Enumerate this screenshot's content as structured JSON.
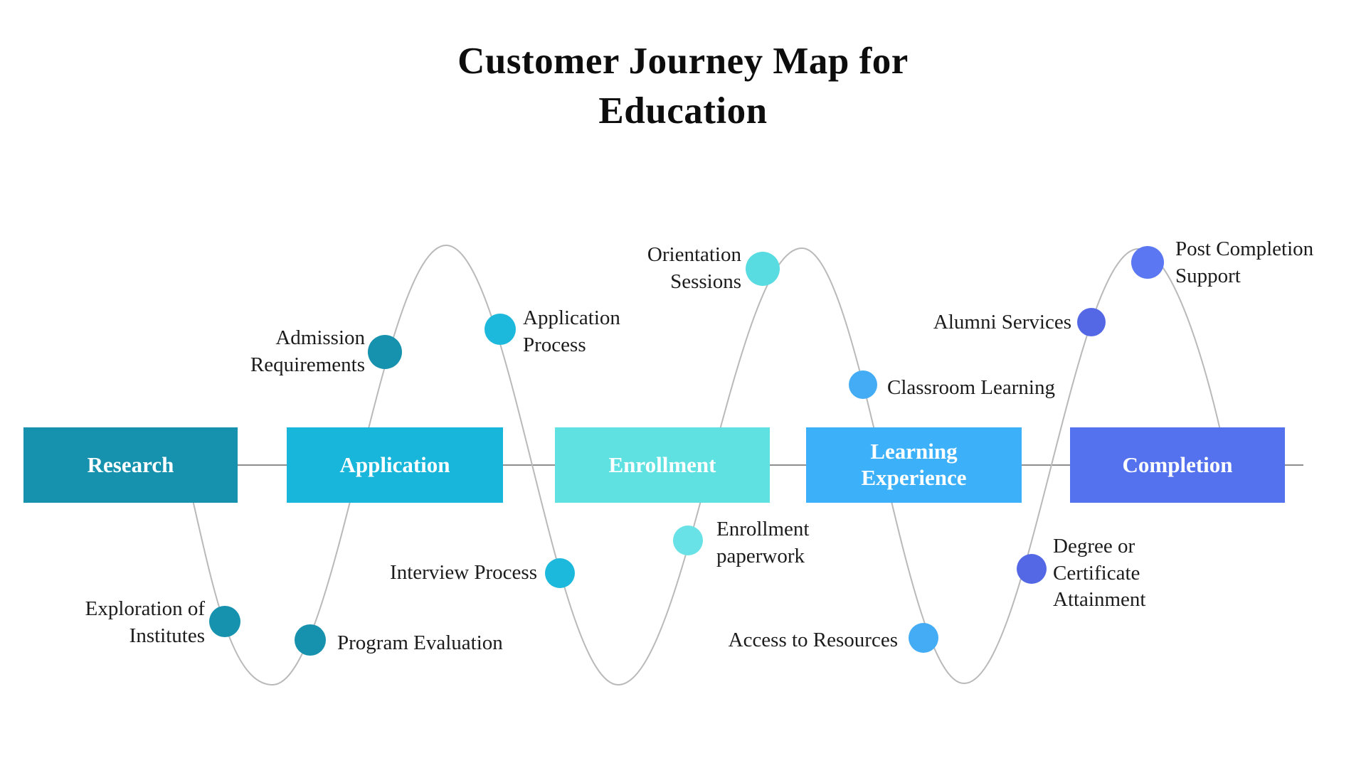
{
  "title": {
    "line1": "Customer Journey Map for",
    "line2": "Education"
  },
  "stages": [
    {
      "label": "Research",
      "color": "#1692ae"
    },
    {
      "label": "Application",
      "color": "#17b6da"
    },
    {
      "label": "Enrollment",
      "color": "#60e1e1"
    },
    {
      "label": "Learning Experience",
      "color": "#3cb1fa"
    },
    {
      "label": "Completion",
      "color": "#5572ee"
    }
  ],
  "touchpoints": [
    {
      "name": "exploration-of-institutes",
      "label": "Exploration of Institutes",
      "lines": [
        "Exploration of",
        "Institutes"
      ],
      "color": "#1692ae"
    },
    {
      "name": "program-evaluation",
      "label": "Program Evaluation",
      "lines": [
        "Program Evaluation"
      ],
      "color": "#1692ae"
    },
    {
      "name": "admission-requirements",
      "label": "Admission Requirements",
      "lines": [
        "Admission",
        "Requirements"
      ],
      "color": "#1692ae"
    },
    {
      "name": "application-process",
      "label": "Application Process",
      "lines": [
        "Application",
        "Process"
      ],
      "color": "#1cb9dc"
    },
    {
      "name": "interview-process",
      "label": "Interview Process",
      "lines": [
        "Interview Process"
      ],
      "color": "#1cb9dc"
    },
    {
      "name": "enrollment-paperwork",
      "label": "Enrollment paperwork",
      "lines": [
        "Enrollment",
        "paperwork"
      ],
      "color": "#68e2e6"
    },
    {
      "name": "orientation-sessions",
      "label": "Orientation Sessions",
      "lines": [
        "Orientation",
        "Sessions"
      ],
      "color": "#58dce2"
    },
    {
      "name": "classroom-learning",
      "label": "Classroom Learning",
      "lines": [
        "Classroom Learning"
      ],
      "color": "#44acf4"
    },
    {
      "name": "access-to-resources",
      "label": "Access to Resources",
      "lines": [
        "Access to Resources"
      ],
      "color": "#44acf4"
    },
    {
      "name": "degree-or-certificate-attainment",
      "label": "Degree or Certificate Attainment",
      "lines": [
        "Degree or",
        "Certificate",
        "Attainment"
      ],
      "color": "#5468e6"
    },
    {
      "name": "alumni-services",
      "label": "Alumni Services",
      "lines": [
        "Alumni Services"
      ],
      "color": "#5468e6"
    },
    {
      "name": "post-completion-support",
      "label": "Post Completion Support",
      "lines": [
        "Post Completion",
        "Support"
      ],
      "color": "#5b78f2"
    }
  ],
  "line_colors": {
    "wave": "#b9b9b9",
    "connector": "#8f8f8f"
  },
  "text_color": "#1c1c1c"
}
